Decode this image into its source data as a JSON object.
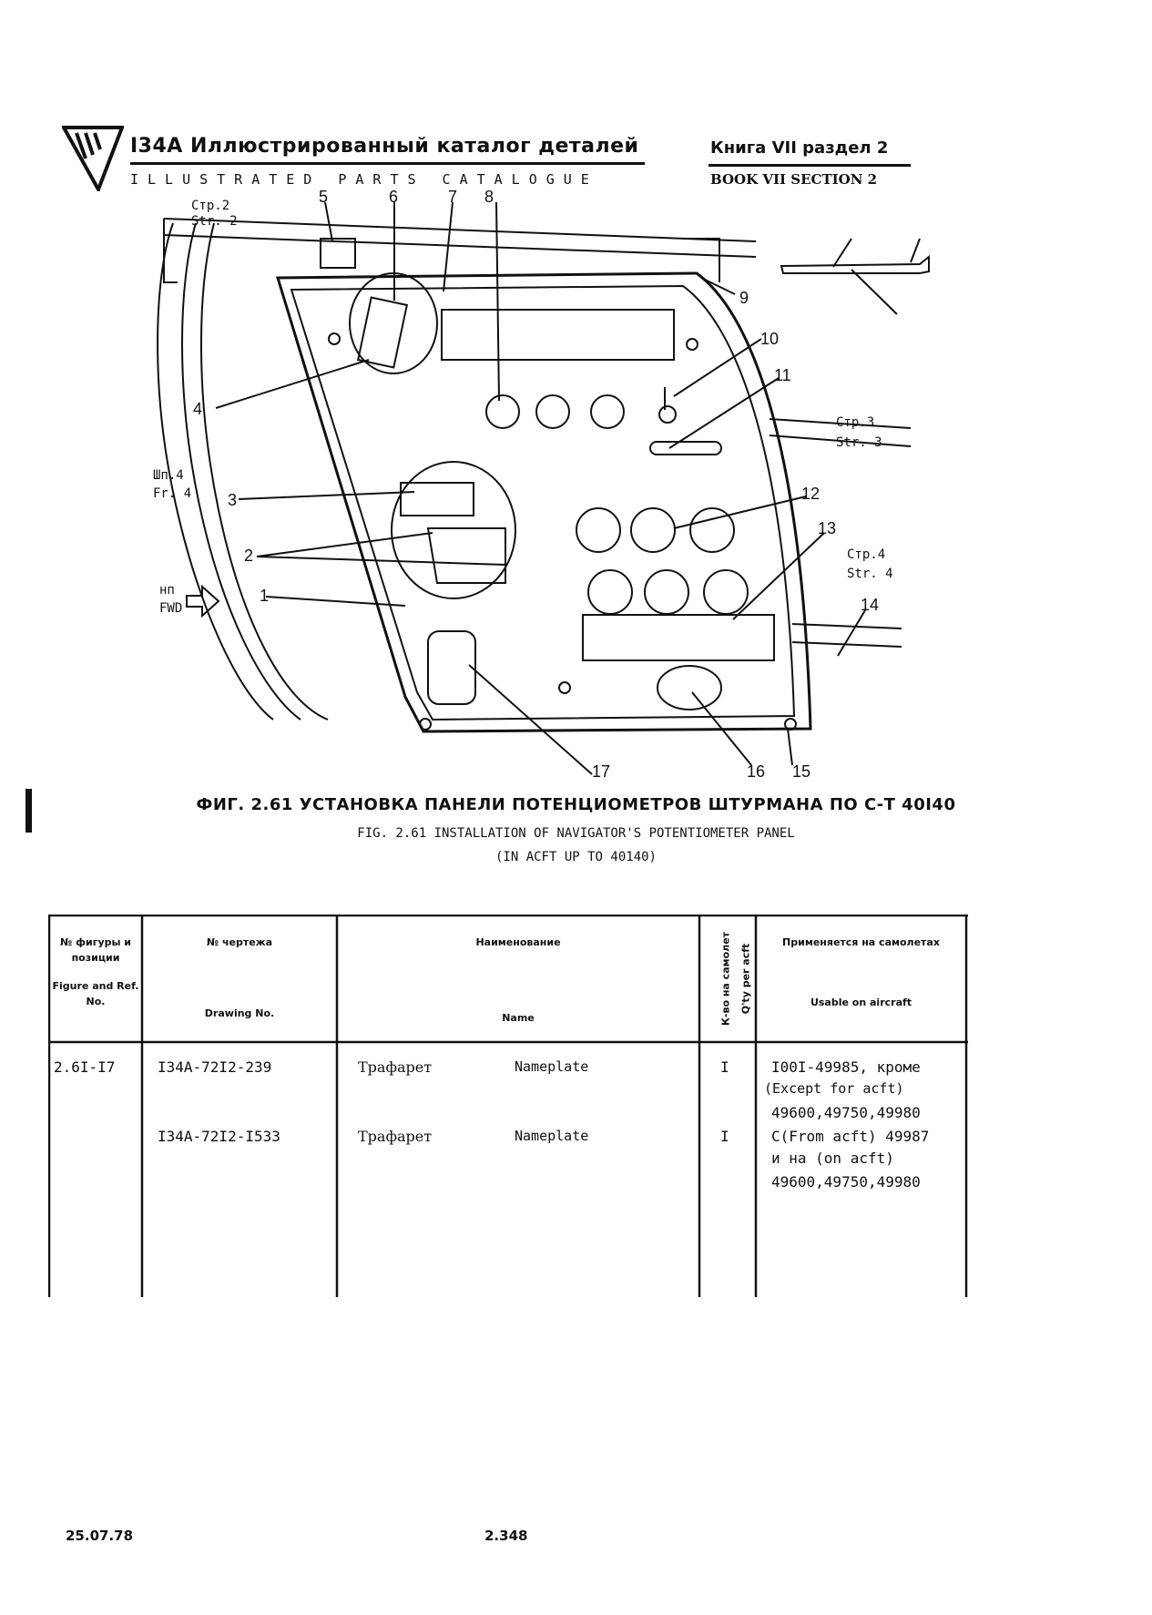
{
  "header": {
    "title": "I34A Иллюстрированный каталог деталей",
    "subtitle": "ILLUSTRATED PARTS CATALOGUE",
    "book_ru": "Книга VII раздел 2",
    "book_en": "BOOK VII SECTION 2"
  },
  "figure": {
    "callouts": [
      "1",
      "2",
      "3",
      "4",
      "5",
      "6",
      "7",
      "8",
      "9",
      "10",
      "11",
      "12",
      "13",
      "14",
      "15",
      "16",
      "17"
    ],
    "labels": {
      "str2_ru": "Стр.2",
      "str2_en": "Str. 2",
      "str3_ru": "Стр.3",
      "str3_en": "Str. 3",
      "str4_ru": "Стр.4",
      "str4_en": "Str. 4",
      "fr4_ru": "Шп.4",
      "fr4_en": "Fr. 4",
      "fwd_ru": "нп",
      "fwd_en": "FWD"
    },
    "caption_ru": "ФИГ. 2.61 УСТАНОВКА ПАНЕЛИ ПОТЕНЦИОМЕТРОВ ШТУРМАНА ПО С-Т 40I40",
    "caption_en_1": "FIG. 2.61 INSTALLATION OF NAVIGATOR'S POTENTIOMETER PANEL",
    "caption_en_2": "(IN ACFT UP TO 40140)"
  },
  "table": {
    "headers": {
      "fig_ru": "№ фигуры и позиции",
      "fig_en": "Figure and Ref. No.",
      "drawing_ru": "№ чертежа",
      "drawing_en": "Drawing No.",
      "name_ru": "Наименование",
      "name_en": "Name",
      "qty_ru": "К-во на самолет",
      "qty_en": "Q'ty per acft",
      "usable_ru": "Применяется на самолетах",
      "usable_en": "Usable on aircraft"
    },
    "fig_ref": "2.6I-I7",
    "rows": [
      {
        "drawing": "I34A-72I2-239",
        "name_ru": "Трафарет",
        "name_en": "Nameplate",
        "qty": "I",
        "usable": [
          "I00I-49985, кроме",
          "(Except for acft)",
          "49600,49750,49980"
        ]
      },
      {
        "drawing": "I34A-72I2-I533",
        "name_ru": "Трафарет",
        "name_en": "Nameplate",
        "qty": "I",
        "usable": [
          "C(From acft) 49987",
          "и на (on acft)",
          "49600,49750,49980"
        ]
      }
    ]
  },
  "footer": {
    "date": "25.07.78",
    "page": "2.348"
  }
}
